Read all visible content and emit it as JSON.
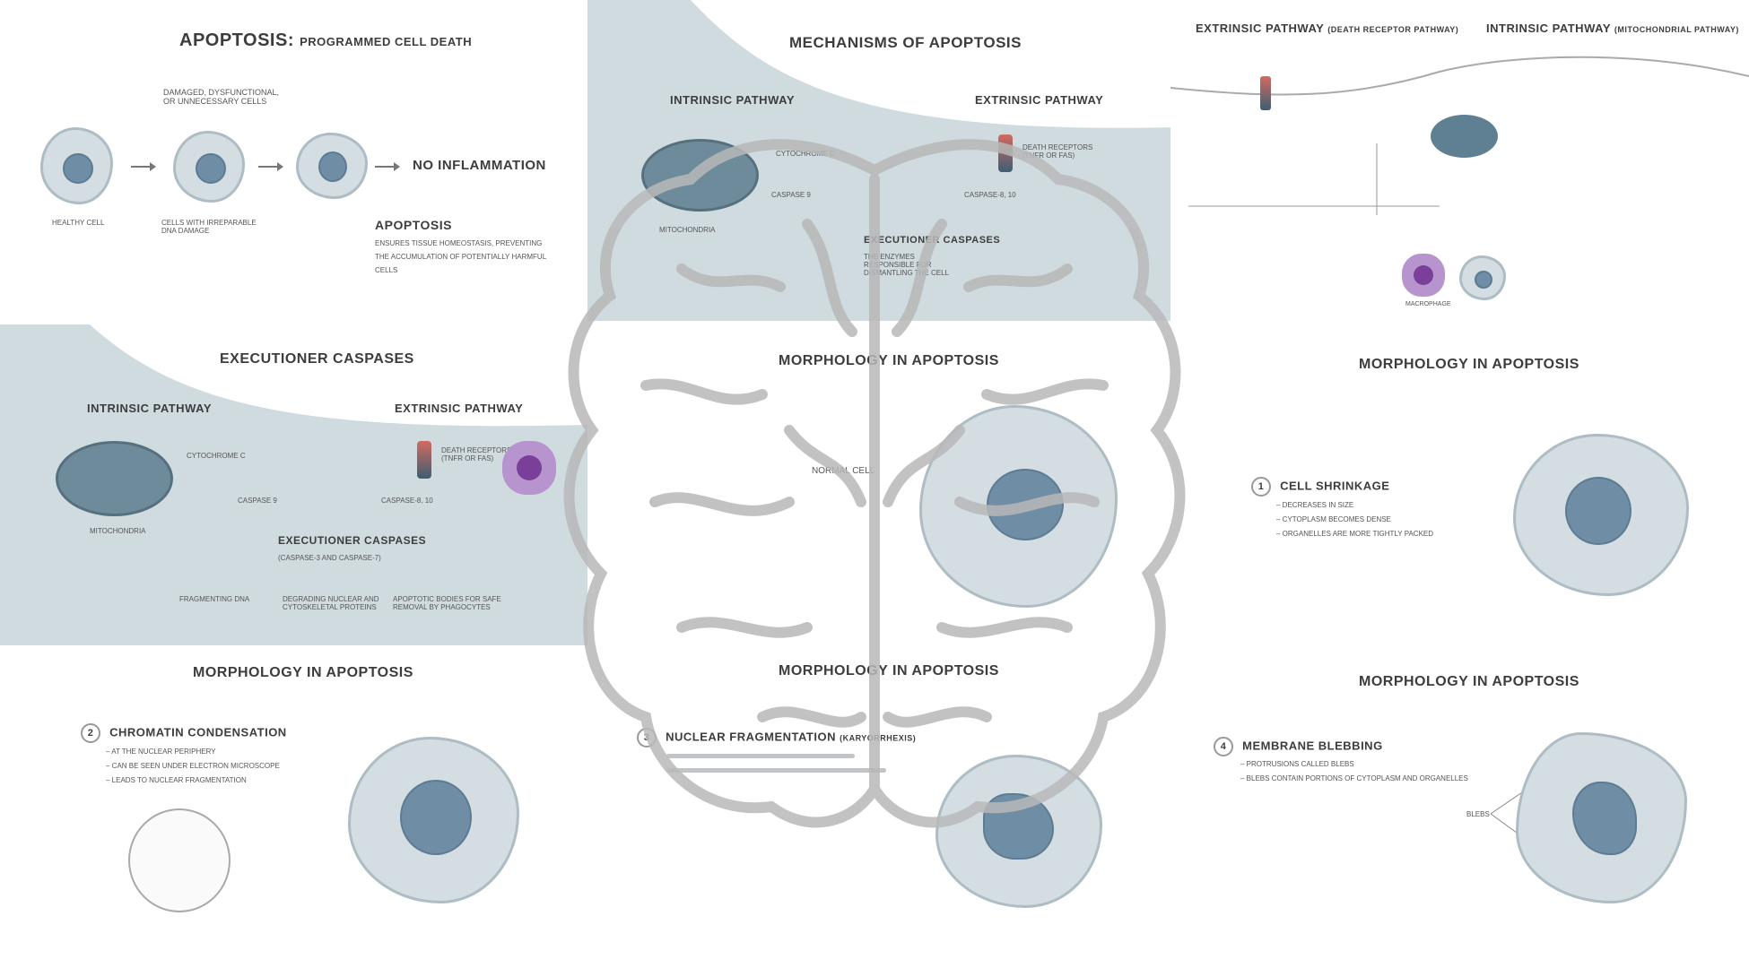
{
  "panels": {
    "intro": {
      "title": "Apoptosis:",
      "subtitle": "programmed cell death",
      "label_damaged": "Damaged, dysfunctional, or unnecessary cells",
      "label_healthy": "Healthy cell",
      "label_dna": "Cells with irreparable DNA damage",
      "no_inflammation": "No inflammation",
      "apoptosis_heading": "Apoptosis",
      "apoptosis_desc": "Ensures tissue homeostasis, preventing the accumulation of potentially harmful cells"
    },
    "mechanisms": {
      "title": "Mechanisms of apoptosis",
      "intrinsic": "Intrinsic pathway",
      "extrinsic": "Extrinsic pathway",
      "cytochrome": "Cytochrome C",
      "caspase9": "Caspase 9",
      "caspase810": "Caspase-8, 10",
      "death_receptors": "Death receptors (TNFR or FAS)",
      "mitochondria": "Mitochondria",
      "executioner": "Executioner caspases",
      "executioner_desc": "The enzymes responsible for dismantling the cell"
    },
    "pathways": {
      "extrinsic_title": "Extrinsic pathway",
      "extrinsic_sub": "(death receptor pathway)",
      "intrinsic_title": "Intrinsic pathway",
      "intrinsic_sub": "(mitochondrial pathway)",
      "macrophage": "Macrophage"
    },
    "executioner": {
      "title": "Executioner caspases",
      "intrinsic": "Intrinsic pathway",
      "extrinsic": "Extrinsic pathway",
      "cytochrome": "Cytochrome C",
      "caspase9": "Caspase 9",
      "caspase810": "Caspase-8, 10",
      "death_receptors": "Death receptors (TNFR or FAS)",
      "mitochondria": "Mitochondria",
      "executioner": "Executioner caspases",
      "executioner_sub": "(Caspase-3 and Caspase-7)",
      "out1": "Fragmenting DNA",
      "out2": "Degrading nuclear and cytoskeletal proteins",
      "out3": "Apoptotic bodies for safe removal by phagocytes"
    },
    "morph_normal": {
      "title": "Morphology in apoptosis",
      "label": "Normal cell"
    },
    "morph_shrinkage": {
      "title": "Morphology in apoptosis",
      "number": "1",
      "heading": "Cell shrinkage",
      "bullets": [
        "Decreases in size",
        "Cytoplasm becomes dense",
        "Organelles are more tightly packed"
      ]
    },
    "morph_chromatin": {
      "title": "Morphology in apoptosis",
      "number": "2",
      "heading": "Chromatin condensation",
      "bullets": [
        "At the nuclear periphery",
        "Can be seen under electron microscope",
        "Leads to nuclear fragmentation"
      ]
    },
    "morph_nuclear": {
      "title": "Morphology in apoptosis",
      "number": "3",
      "heading": "Nuclear fragmentation",
      "heading_sub": "(karyorrhexis)"
    },
    "morph_blebbing": {
      "title": "Morphology in apoptosis",
      "number": "4",
      "heading": "Membrane blebbing",
      "bullets": [
        "Protrusions called blebs",
        "Blebs contain portions of cytoplasm and organelles"
      ],
      "blebs_label": "Blebs"
    }
  },
  "colors": {
    "panel_bg": "#d0dbe0",
    "cell_fill": "#d3dde2",
    "nucleus": "#6f8ea5",
    "macrophage": "#9b6fb5",
    "brain_stroke": "#b8b8b8"
  }
}
